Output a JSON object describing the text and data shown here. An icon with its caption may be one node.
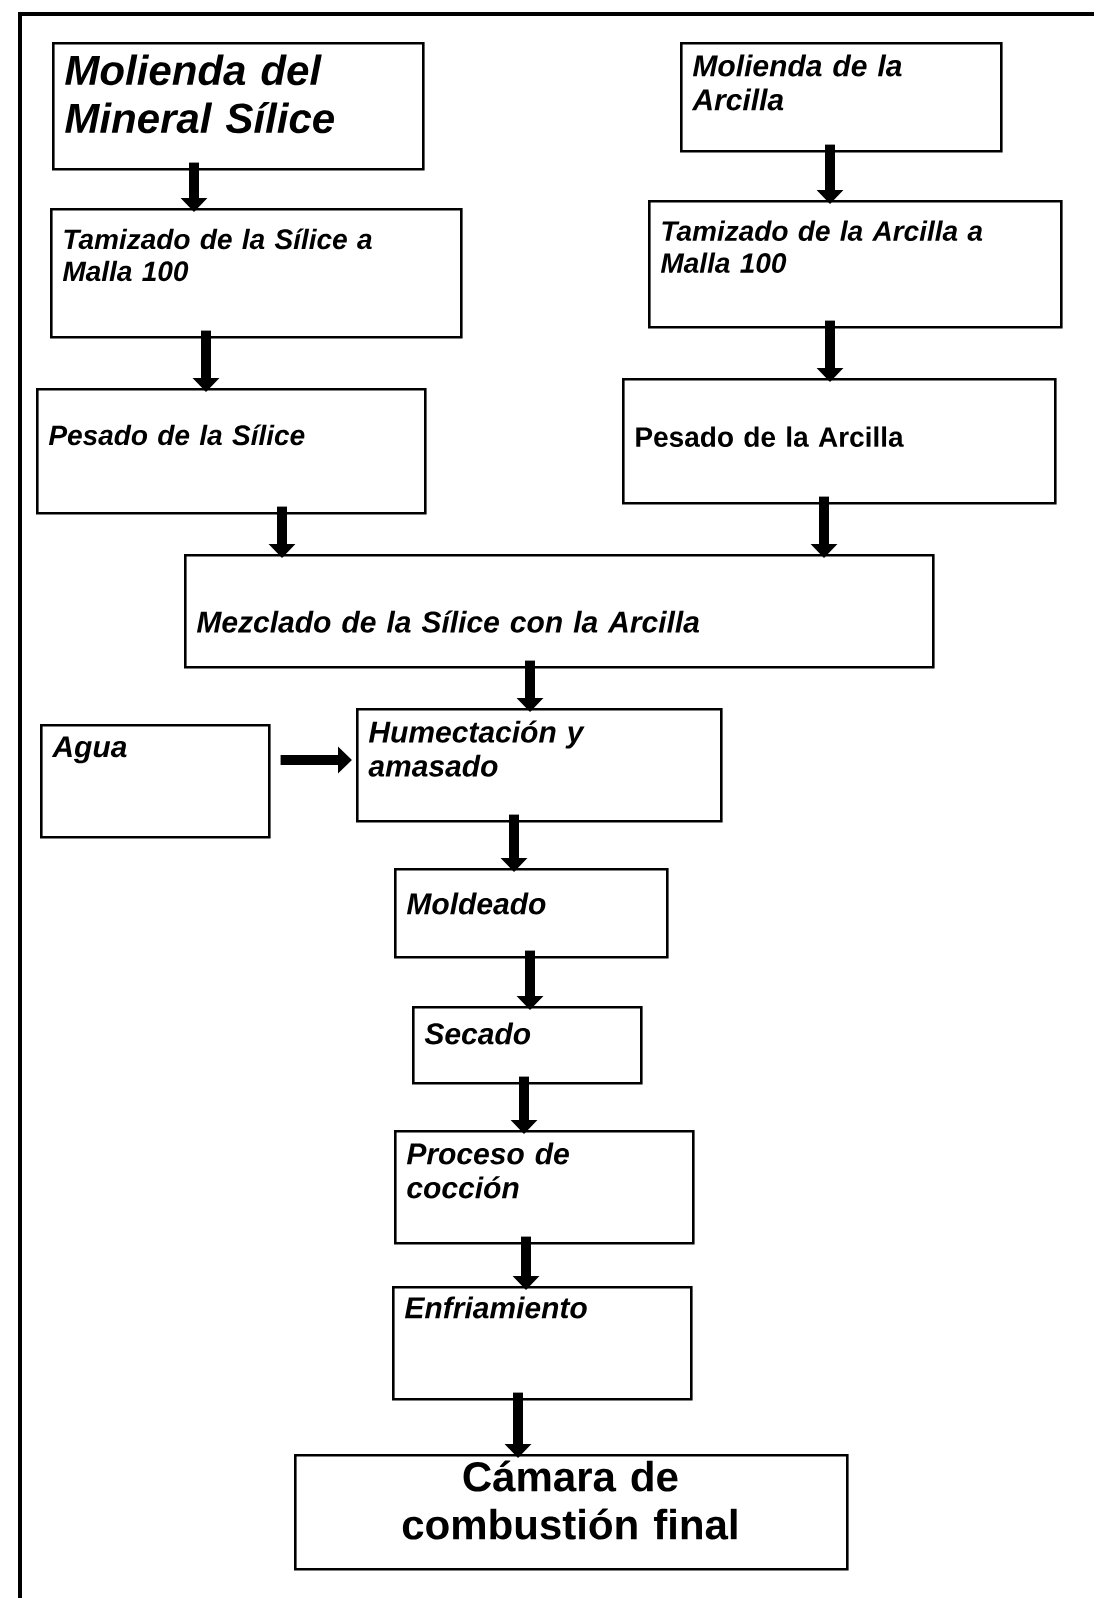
{
  "diagram": {
    "nodes": [
      {
        "text": [
          "Molienda del Mineral Sílice"
        ]
      },
      {
        "text": [
          "Molienda de la Arcilla"
        ]
      },
      {
        "text": [
          "Tamizado de la Sílice a Malla 100"
        ]
      },
      {
        "text": [
          "Tamizado de la Arcilla a Malla 100"
        ]
      },
      {
        "text": [
          "Pesado de la Sílice"
        ]
      },
      {
        "text": [
          "Pesado de la Arcilla"
        ]
      },
      {
        "text": [
          "Mezclado de la Sílice con la Arcilla"
        ]
      },
      {
        "text": [
          "Agua"
        ]
      },
      {
        "text": [
          "Humectación y amasado"
        ]
      },
      {
        "text": [
          "Moldeado"
        ]
      },
      {
        "text": [
          "Secado"
        ]
      },
      {
        "text": [
          "Proceso de cocción"
        ]
      },
      {
        "text": [
          "Enfriamiento"
        ]
      },
      {
        "text": [
          "Cámara de combustión final"
        ]
      }
    ],
    "edges": [
      {
        "from": 0,
        "to": 2,
        "arrow": "to"
      },
      {
        "from": 2,
        "to": 4,
        "arrow": "to"
      },
      {
        "from": 1,
        "to": 3,
        "arrow": "to"
      },
      {
        "from": 3,
        "to": 5,
        "arrow": "to"
      },
      {
        "from": 4,
        "to": 6,
        "arrow": "to"
      },
      {
        "from": 5,
        "to": 6,
        "arrow": "to"
      },
      {
        "from": 6,
        "to": 8,
        "arrow": "to"
      },
      {
        "from": 7,
        "to": 8,
        "arrow": "to"
      },
      {
        "from": 8,
        "to": 9,
        "arrow": "to"
      },
      {
        "from": 9,
        "to": 10,
        "arrow": "to"
      },
      {
        "from": 10,
        "to": 11,
        "arrow": "to"
      },
      {
        "from": 11,
        "to": 12,
        "arrow": "to"
      },
      {
        "from": 12,
        "to": 13,
        "arrow": "to"
      }
    ]
  }
}
